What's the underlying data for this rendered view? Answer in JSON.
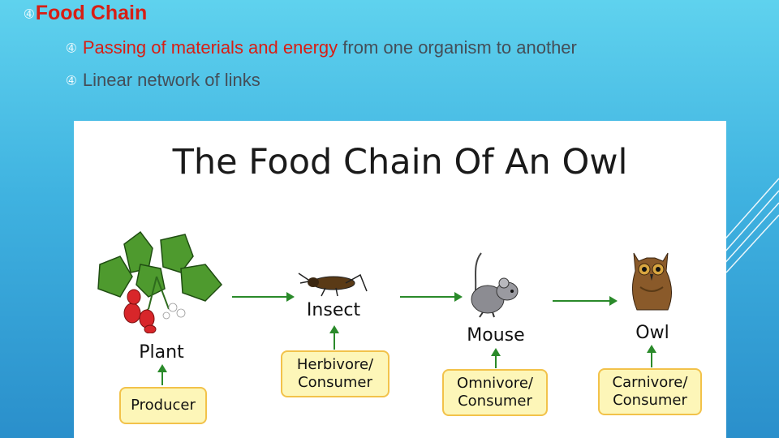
{
  "slide": {
    "title": "Food Chain",
    "bullets": [
      {
        "highlight": "Passing of materials and energy",
        "rest": " from one organism to another"
      },
      {
        "text": "Linear network of links"
      }
    ]
  },
  "diagram": {
    "title": "The Food Chain Of An Owl",
    "nodes": [
      {
        "name": "Plant",
        "role": "Producer"
      },
      {
        "name": "Insect",
        "role_line1": "Herbivore/",
        "role_line2": "Consumer"
      },
      {
        "name": "Mouse",
        "role_line1": "Omnivore/",
        "role_line2": "Consumer"
      },
      {
        "name": "Owl",
        "role_line1": "Carnivore/",
        "role_line2": "Consumer"
      }
    ],
    "colors": {
      "arrow": "#2a8a2a",
      "box_fill": "#fdf6b8",
      "box_border": "#f2c24a"
    }
  }
}
